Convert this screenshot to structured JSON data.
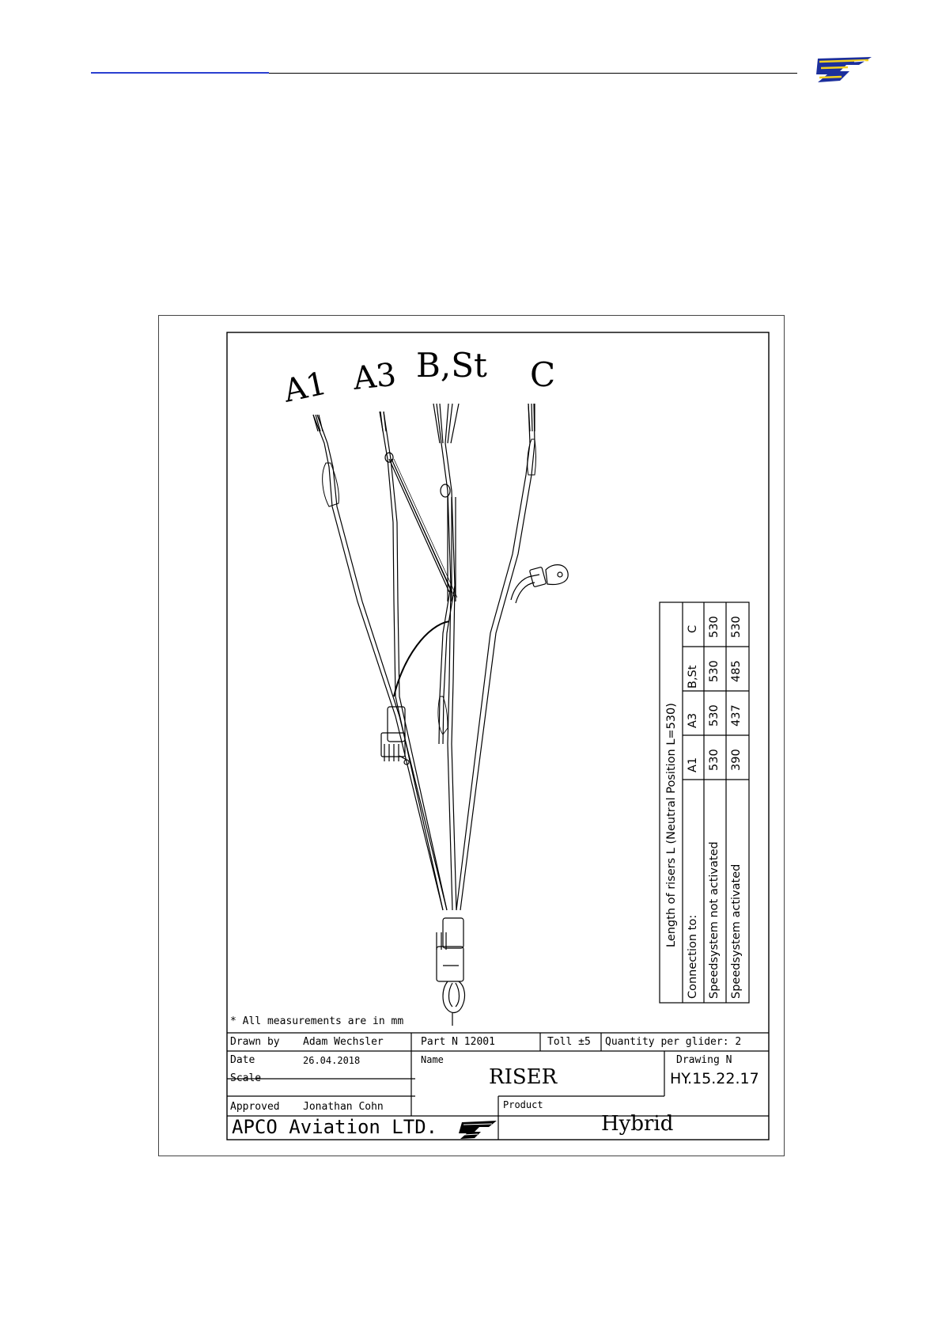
{
  "header": {
    "accent_color": "#2a3fd0",
    "logo_icon": "apco-wing-logo"
  },
  "drawing": {
    "riser_labels": [
      "A1",
      "A3",
      "B,St",
      "C"
    ]
  },
  "riser_table": {
    "title": "Length of risers L (Neutral Position L=530)",
    "columns": [
      "A1",
      "A3",
      "B,St",
      "C"
    ],
    "rows": [
      {
        "label": "Connection to:",
        "values": [
          "",
          "",
          "",
          ""
        ]
      },
      {
        "label": "Speedsystem not activated",
        "values": [
          "530",
          "530",
          "530",
          "530"
        ]
      },
      {
        "label": "Speedsystem activated",
        "values": [
          "390",
          "437",
          "485",
          "530"
        ]
      }
    ]
  },
  "title_block": {
    "note": "* All measurements are in mm",
    "drawn_by_label": "Drawn by",
    "drawn_by_value": "Adam Wechsler",
    "part_label": "Part N 12001",
    "toll_label": "Toll ±5",
    "quantity_label": "Quantity per glider: 2",
    "date_label": "Date",
    "date_value": "26.04.2018",
    "scale_label": "Scale",
    "approved_label": "Approved",
    "approved_value": "Jonathan Cohn",
    "name_label": "Name",
    "name_value": "RISER",
    "drawing_n_label": "Drawing N",
    "drawing_n_value": "HY.15.22.17",
    "company": "APCO Aviation LTD.",
    "product_label": "Product",
    "product_value": "Hybrid"
  }
}
